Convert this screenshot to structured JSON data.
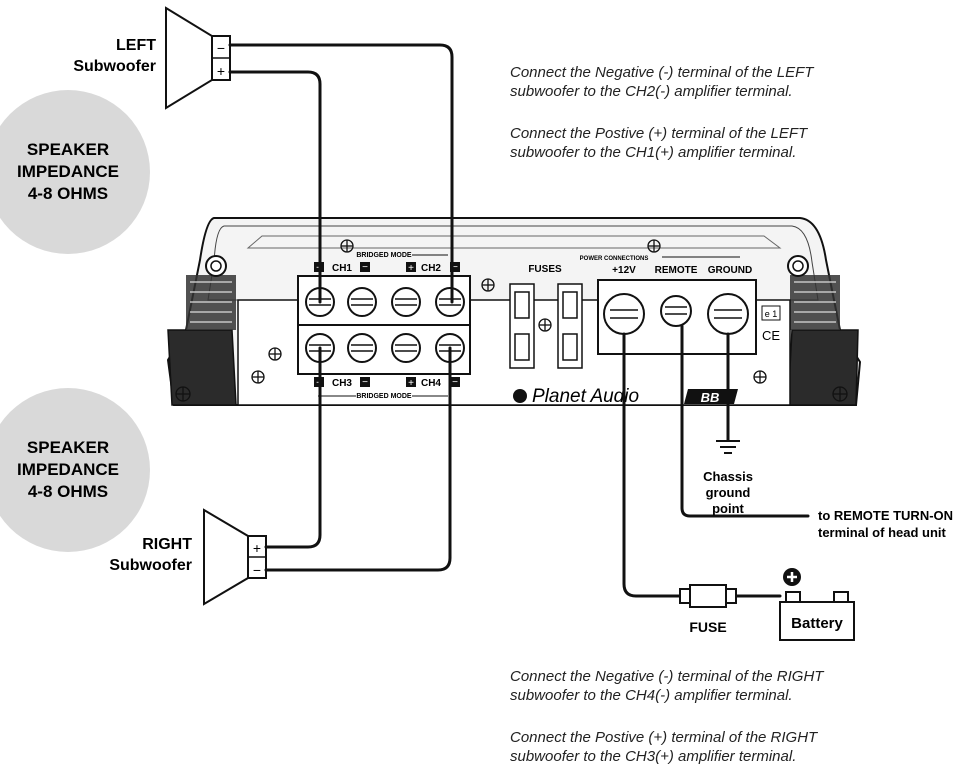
{
  "speakers": {
    "left": {
      "line1": "LEFT",
      "line2": "Subwoofer"
    },
    "right": {
      "line1": "RIGHT",
      "line2": "Subwoofer"
    }
  },
  "impedance_badges": [
    {
      "line1": "SPEAKER",
      "line2": "IMPEDANCE",
      "line3": "4-8 OHMS"
    },
    {
      "line1": "SPEAKER",
      "line2": "IMPEDANCE",
      "line3": "4-8 OHMS"
    }
  ],
  "amplifier": {
    "bridged_mode": "BRIDGED MODE",
    "ch1": "CH1",
    "ch2": "CH2",
    "ch3": "CH3",
    "ch4": "CH4",
    "fuses": "FUSES",
    "power_connections": "POWER CONNECTIONS",
    "plus12v": "+12V",
    "remote": "REMOTE",
    "ground": "GROUND",
    "brand": "Planet Audio",
    "model": "BB",
    "e_mark": "e 1",
    "ce_mark": "CE"
  },
  "wiring": {
    "chassis_ground": {
      "line1": "Chassis",
      "line2": "ground",
      "line3": "point"
    },
    "remote_turn_on": {
      "line1": "to REMOTE TURN-ON",
      "line2": "terminal of head unit"
    },
    "fuse": "FUSE",
    "battery": "Battery"
  },
  "instructions": {
    "top": [
      {
        "line1": "Connect the Negative (-) terminal of the LEFT",
        "line2": "subwoofer to the CH2(-) amplifier terminal."
      },
      {
        "line1": "Connect the Postive (+)  terminal of the LEFT",
        "line2": "subwoofer to the CH1(+) amplifier terminal."
      }
    ],
    "bottom": [
      {
        "line1": "Connect the Negative (-) terminal of the RIGHT",
        "line2": "subwoofer to the CH4(-) amplifier terminal."
      },
      {
        "line1": "Connect the Postive (+)  terminal of the RIGHT",
        "line2": "subwoofer to the CH3(+) amplifier terminal."
      }
    ]
  }
}
